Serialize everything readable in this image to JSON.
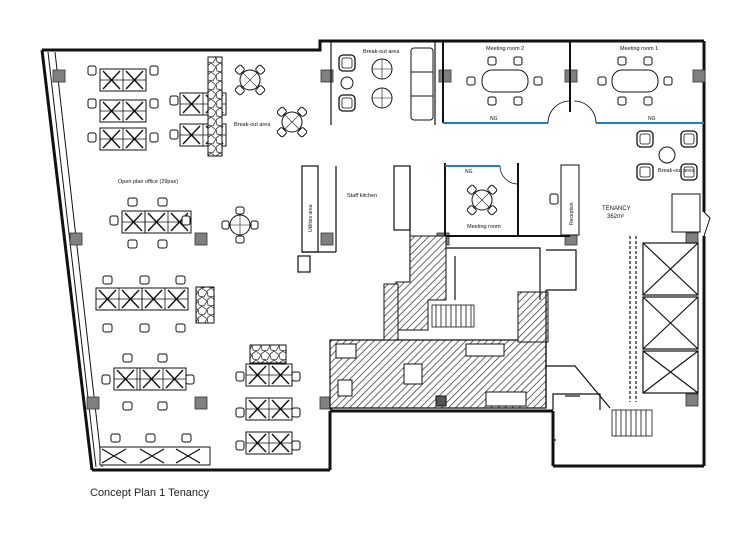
{
  "caption": "Concept Plan 1 Tenancy",
  "labels": {
    "breakout_top": "Break-out area",
    "breakout_left": "Break-out area",
    "breakout_right": "Break-out area",
    "meeting_room_2": "Meeting room 2",
    "meeting_room_1": "Meeting room 1",
    "meeting_room": "Meeting room",
    "open_plan": "Open plan office (29pax)",
    "staff_kitchen": "Staff kitchen",
    "utilities": "Utilities area",
    "reception": "Reception",
    "ng_1": "NG",
    "ng_2": "NG",
    "ng_3": "NG",
    "tenancy": "TENANCY",
    "area": "362m²"
  },
  "colors": {
    "wall": "#111111",
    "column": "#808080",
    "glazing": "#1e7fc2",
    "hatch": "#444444",
    "ink": "#222222"
  }
}
